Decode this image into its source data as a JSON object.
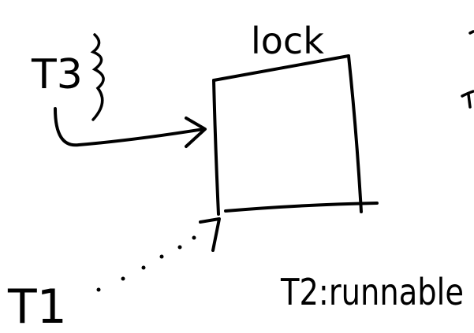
{
  "labels": {
    "lock": "lock",
    "t3": "T3",
    "t1": "T1",
    "t2": "T2:runnable"
  },
  "colors": {
    "ink": "#000000",
    "background": "#ffffff"
  }
}
